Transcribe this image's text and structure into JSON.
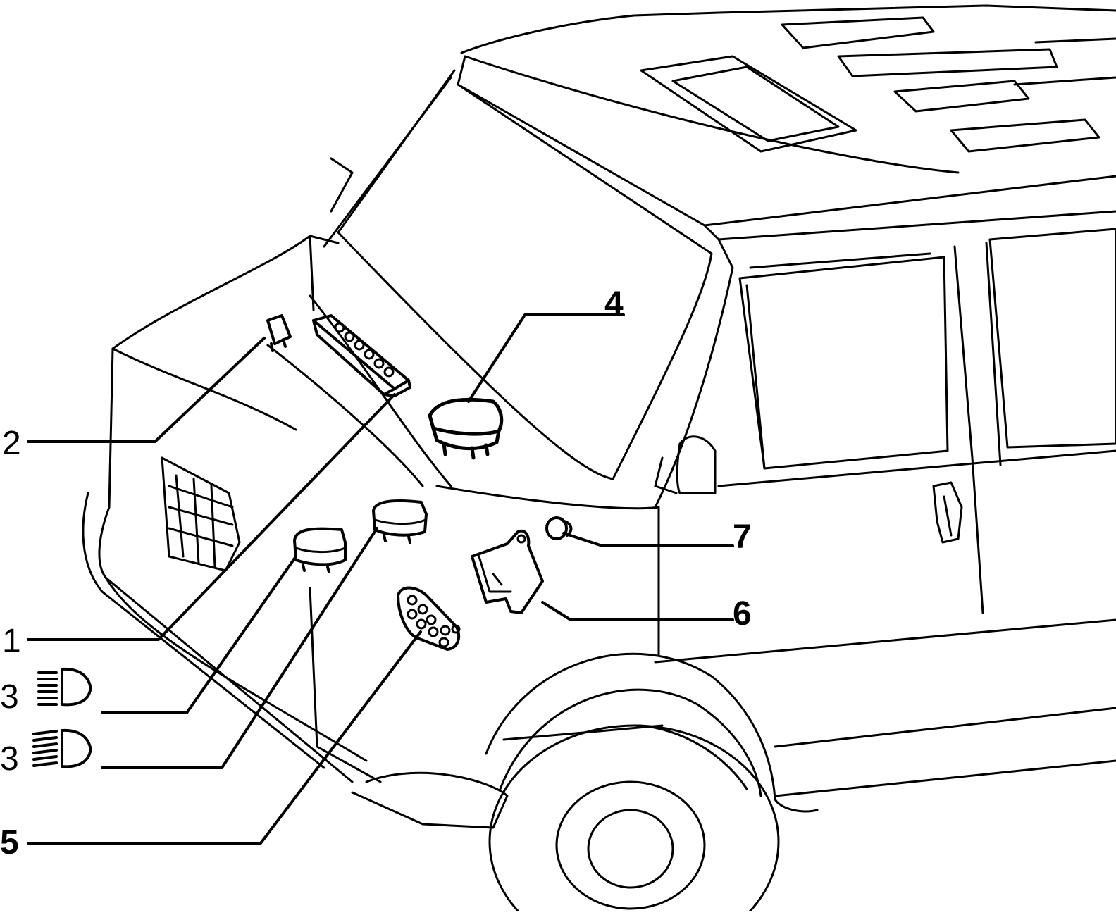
{
  "diagram": {
    "callouts": [
      {
        "id": "1",
        "label": "1",
        "icon": null
      },
      {
        "id": "2",
        "label": "2",
        "icon": null
      },
      {
        "id": "3a",
        "label": "3",
        "icon": "high-beam-headlamp-icon"
      },
      {
        "id": "3b",
        "label": "3",
        "icon": "low-beam-headlamp-icon"
      },
      {
        "id": "4",
        "label": "4",
        "icon": null
      },
      {
        "id": "5",
        "label": "5",
        "icon": null
      },
      {
        "id": "6",
        "label": "6",
        "icon": null
      },
      {
        "id": "7",
        "label": "7",
        "icon": null
      }
    ],
    "colors": {
      "line": "#000000",
      "background": "#ffffff"
    }
  }
}
